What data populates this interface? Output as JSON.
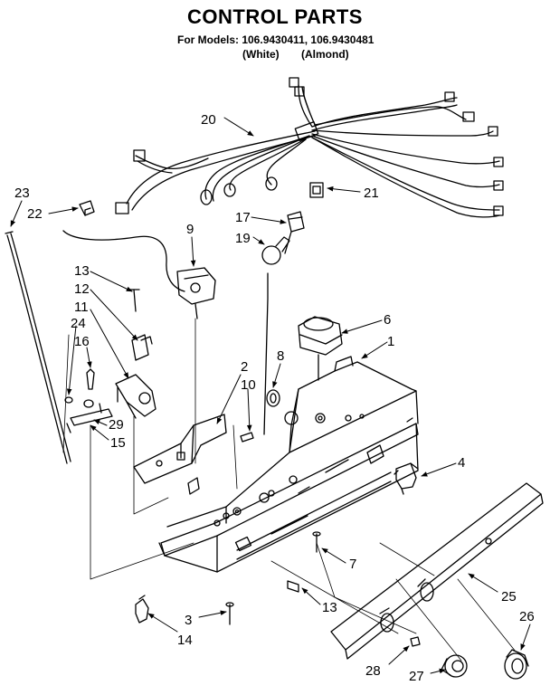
{
  "header": {
    "title": "CONTROL PARTS",
    "models_line": "For Models: 106.9430411, 106.9430481",
    "variant_white": "(White)",
    "variant_almond": "(Almond)"
  },
  "callouts": {
    "c1": "1",
    "c2": "2",
    "c3": "3",
    "c4": "4",
    "c6": "6",
    "c7": "7",
    "c8": "8",
    "c9": "9",
    "c10": "10",
    "c11": "11",
    "c12": "12",
    "c13a": "13",
    "c13b": "13",
    "c14": "14",
    "c15": "15",
    "c16": "16",
    "c17": "17",
    "c19": "19",
    "c20": "20",
    "c21": "21",
    "c22": "22",
    "c23": "23",
    "c24": "24",
    "c25": "25",
    "c26": "26",
    "c27": "27",
    "c28": "28",
    "c29": "29"
  },
  "colors": {
    "ink": "#000000",
    "paper": "#ffffff"
  }
}
